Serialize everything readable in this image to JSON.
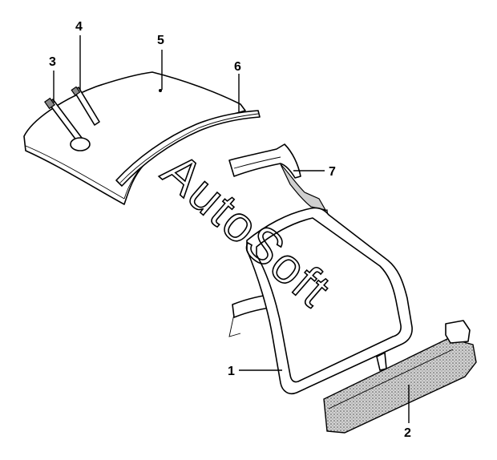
{
  "callouts": [
    {
      "id": "callout-1",
      "label": "1"
    },
    {
      "id": "callout-2",
      "label": "2"
    },
    {
      "id": "callout-3",
      "label": "3"
    },
    {
      "id": "callout-4",
      "label": "4"
    },
    {
      "id": "callout-5",
      "label": "5"
    },
    {
      "id": "callout-6",
      "label": "6"
    },
    {
      "id": "callout-7",
      "label": "7"
    }
  ],
  "watermark": "AutoSoft"
}
